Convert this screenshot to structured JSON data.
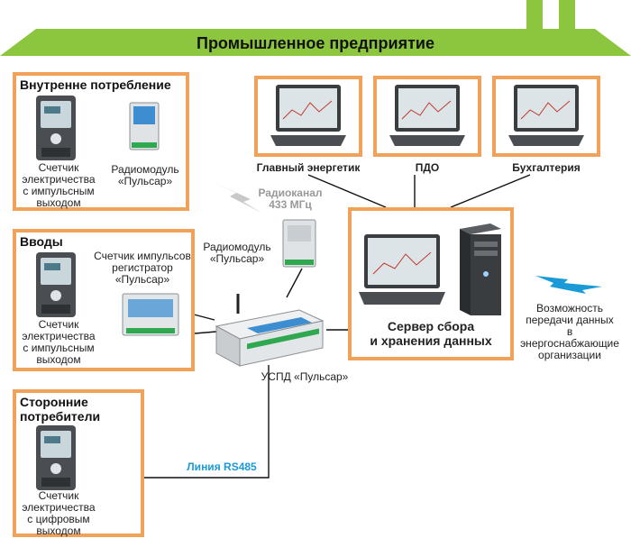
{
  "header": {
    "title": "Промышленное предприятие"
  },
  "groups": {
    "internal": {
      "title": "Внутренне потребление",
      "meter_lines": [
        "Счетчик",
        "электричества",
        "с импульсным",
        "выходом"
      ],
      "radio_lines": [
        "Радиомодуль",
        "«Пульсар»"
      ]
    },
    "inputs": {
      "title": "Вводы",
      "meter_lines": [
        "Счетчик",
        "электричества",
        "с импульсным",
        "выходом"
      ],
      "counter_lines": [
        "Счетчик импульсов",
        "регистратор",
        "«Пульсар»"
      ]
    },
    "third_party": {
      "title_lines": [
        "Сторонние",
        "потребители"
      ],
      "meter_lines": [
        "Счетчик",
        "электричества",
        "с цифровым",
        "выходом"
      ]
    }
  },
  "radio_channel": {
    "lines": [
      "Радиоканал",
      "433 МГц"
    ]
  },
  "central_radio": {
    "lines": [
      "Радиомодуль",
      "«Пульсар»"
    ]
  },
  "uspd": {
    "label": "УСПД «Пульсар»"
  },
  "rs485": {
    "label": "Линия RS485"
  },
  "laptops": [
    {
      "label": "Главный энергетик"
    },
    {
      "label": "ПДО"
    },
    {
      "label": "Бухгалтерия"
    }
  ],
  "server": {
    "lines": [
      "Сервер сбора",
      "и хранения данных"
    ]
  },
  "transfer": {
    "lines": [
      "Возможность",
      "передачи данных",
      "в энергоснабжающие",
      "организации"
    ]
  },
  "colors": {
    "green": "#8cc63f",
    "orange": "#f0a25a",
    "blue": "#1a9ad6"
  }
}
